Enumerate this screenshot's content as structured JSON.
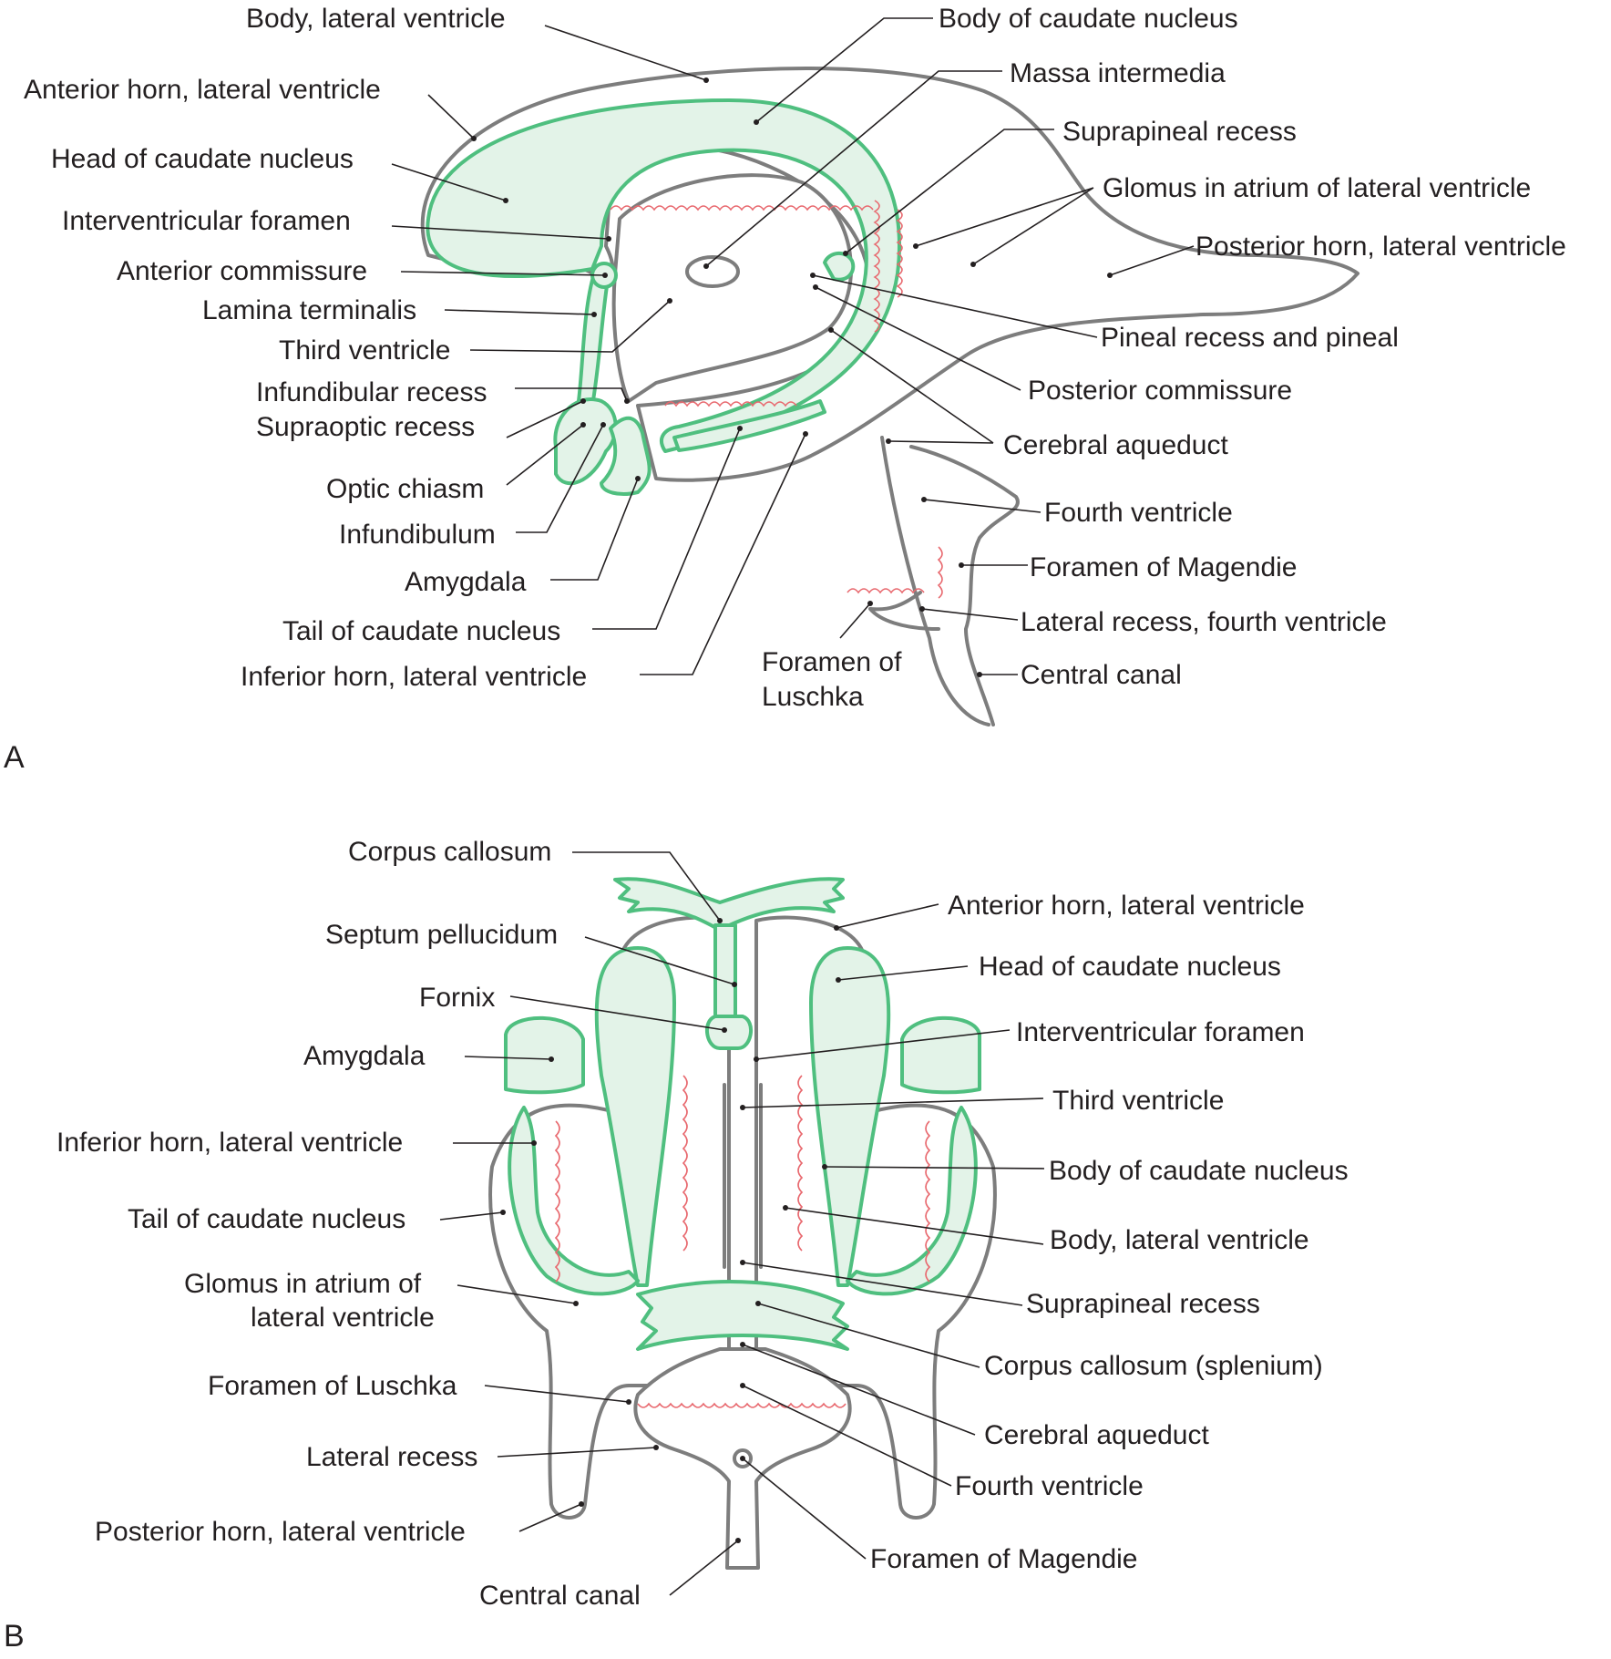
{
  "panels": {
    "a": {
      "letter": "A",
      "labels": {
        "body_lateral_ventricle": "Body, lateral ventricle",
        "anterior_horn": "Anterior horn, lateral ventricle",
        "head_caudate": "Head of caudate nucleus",
        "interventricular_foramen": "Interventricular foramen",
        "anterior_commissure": "Anterior commissure",
        "lamina_terminalis": "Lamina terminalis",
        "third_ventricle": "Third ventricle",
        "infundibular_recess": "Infundibular recess",
        "supraoptic_recess": "Supraoptic recess",
        "optic_chiasm": "Optic chiasm",
        "infundibulum": "Infundibulum",
        "amygdala": "Amygdala",
        "tail_caudate": "Tail of caudate nucleus",
        "inferior_horn": "Inferior horn, lateral ventricle",
        "body_caudate": "Body of caudate nucleus",
        "massa_intermedia": "Massa intermedia",
        "suprapineal_recess": "Suprapineal recess",
        "glomus": "Glomus in atrium of lateral ventricle",
        "posterior_horn": "Posterior horn, lateral ventricle",
        "pineal_recess": "Pineal recess and pineal",
        "posterior_commissure": "Posterior commissure",
        "cerebral_aqueduct": "Cerebral aqueduct",
        "fourth_ventricle": "Fourth ventricle",
        "foramen_magendie": "Foramen of Magendie",
        "lateral_recess": "Lateral recess, fourth ventricle",
        "foramen_luschka_1": "Foramen of",
        "foramen_luschka_2": "Luschka",
        "central_canal": "Central canal"
      }
    },
    "b": {
      "letter": "B",
      "labels": {
        "corpus_callosum": "Corpus callosum",
        "septum_pellucidum": "Septum pellucidum",
        "fornix": "Fornix",
        "amygdala": "Amygdala",
        "inferior_horn": "Inferior horn, lateral ventricle",
        "tail_caudate": "Tail of caudate nucleus",
        "glomus_1": "Glomus in atrium of",
        "glomus_2": "lateral ventricle",
        "foramen_luschka": "Foramen of Luschka",
        "lateral_recess": "Lateral recess",
        "posterior_horn": "Posterior horn, lateral ventricle",
        "central_canal": "Central canal",
        "anterior_horn": "Anterior horn, lateral ventricle",
        "head_caudate": "Head of caudate nucleus",
        "interventricular_foramen": "Interventricular foramen",
        "third_ventricle": "Third ventricle",
        "body_caudate": "Body of caudate nucleus",
        "body_lateral_ventricle": "Body, lateral ventricle",
        "suprapineal_recess": "Suprapineal recess",
        "splenium": "Corpus callosum (splenium)",
        "cerebral_aqueduct": "Cerebral aqueduct",
        "fourth_ventricle": "Fourth ventricle",
        "foramen_magendie": "Foramen of Magendie"
      }
    }
  },
  "colors": {
    "ventricle_outline": "#7d7d7d",
    "nucleus_fill": "#e3f3e8",
    "nucleus_stroke": "#4fbf7f",
    "choroid_plexus": "#e8686e",
    "text": "#231f20"
  }
}
